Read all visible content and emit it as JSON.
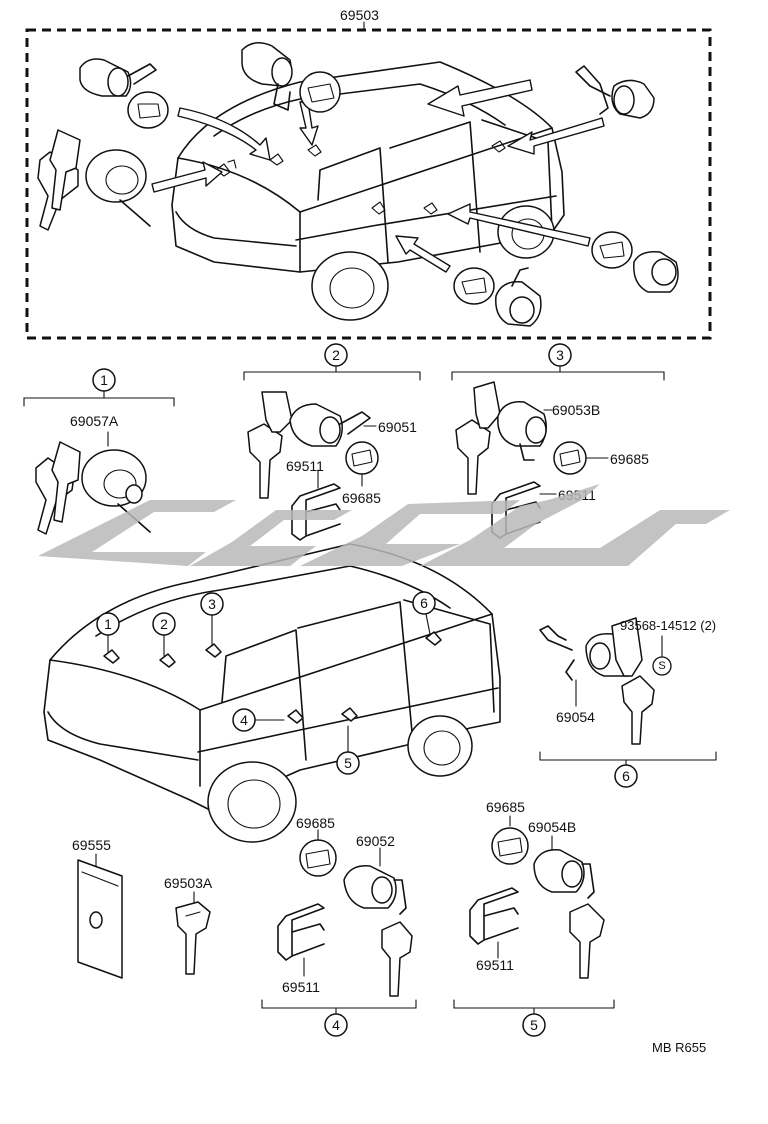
{
  "assembly": {
    "part_number": "69503"
  },
  "groups": [
    {
      "number": "1",
      "parts": [
        "69057A"
      ]
    },
    {
      "number": "2",
      "parts": [
        "69051",
        "69511",
        "69685"
      ]
    },
    {
      "number": "3",
      "parts": [
        "69053B",
        "69685",
        "69511"
      ]
    },
    {
      "number": "4",
      "parts": [
        "69685",
        "69052",
        "69511"
      ]
    },
    {
      "number": "5",
      "parts": [
        "69685",
        "69054B",
        "69511"
      ]
    },
    {
      "number": "6",
      "parts": [
        "93568-14512 (2)",
        "S",
        "69054"
      ]
    }
  ],
  "loose_parts": {
    "case": "69555",
    "key": "69503A"
  },
  "vehicle_callouts": [
    "1",
    "2",
    "3",
    "4",
    "5",
    "6"
  ],
  "reference": {
    "code": "MB R655"
  },
  "watermark": {
    "color": "#b9b9b9"
  }
}
